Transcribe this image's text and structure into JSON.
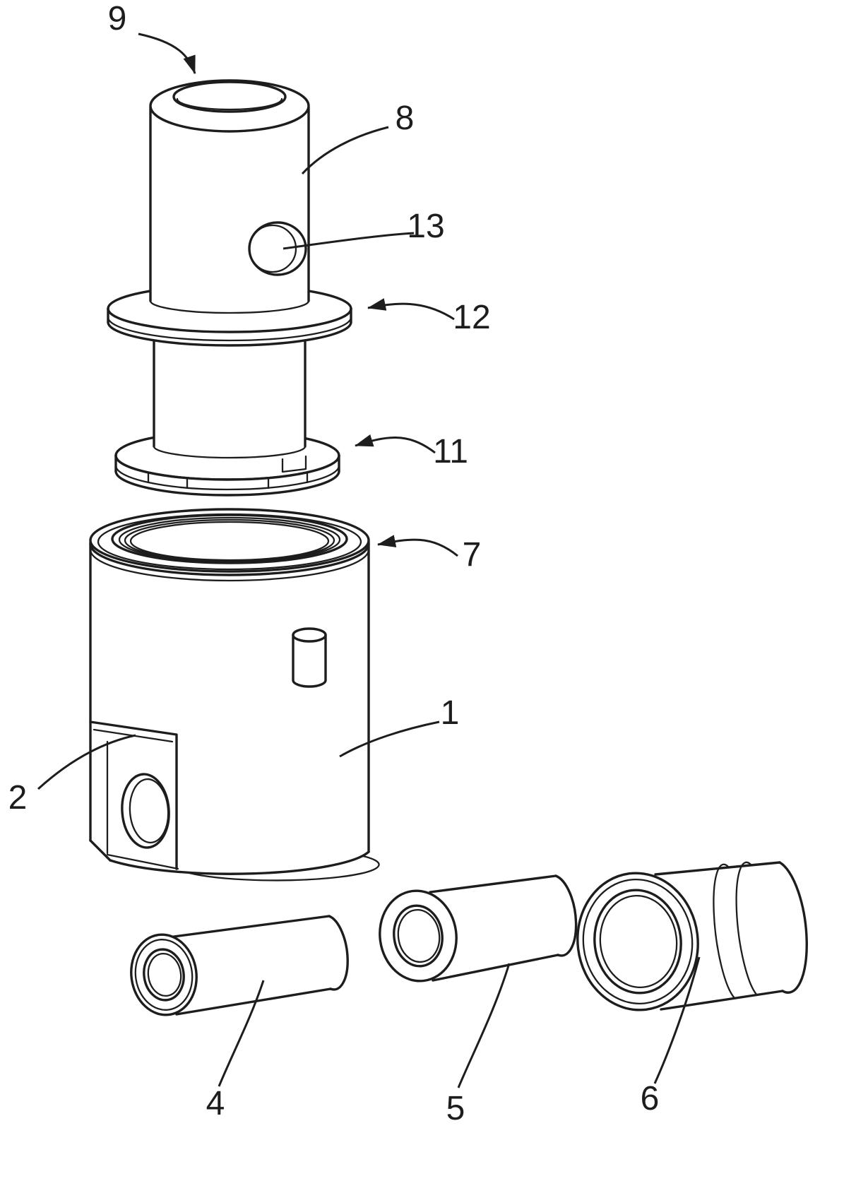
{
  "figure": {
    "kind": "patent-style-exploded-assembly-line-drawing",
    "background_color": "#ffffff",
    "line_color": "#1d1d1d",
    "labels": {
      "part9": {
        "text": "9",
        "has_arrowhead": true,
        "target": "recessed-top-opening-of-upper-cartridge"
      },
      "part8": {
        "text": "8",
        "has_arrowhead": false,
        "target": "upper-cartridge-cylinder-body"
      },
      "part13": {
        "text": "13",
        "has_arrowhead": false,
        "target": "side-port-hole"
      },
      "part12": {
        "text": "12",
        "has_arrowhead": true,
        "target": "upper-round-flange"
      },
      "part11": {
        "text": "11",
        "has_arrowhead": true,
        "target": "lower-castellated-flange"
      },
      "part7": {
        "text": "7",
        "has_arrowhead": true,
        "target": "threaded-rim-of-main-body"
      },
      "part1": {
        "text": "1",
        "has_arrowhead": false,
        "target": "main-cylindrical-body"
      },
      "part2": {
        "text": "2",
        "has_arrowhead": false,
        "target": "side-cutout-window"
      },
      "part4": {
        "text": "4",
        "has_arrowhead": false,
        "target": "small-sleeve"
      },
      "part5": {
        "text": "5",
        "has_arrowhead": false,
        "target": "middle-sleeve"
      },
      "part6": {
        "text": "6",
        "has_arrowhead": false,
        "target": "large-bushing-ring"
      }
    }
  }
}
